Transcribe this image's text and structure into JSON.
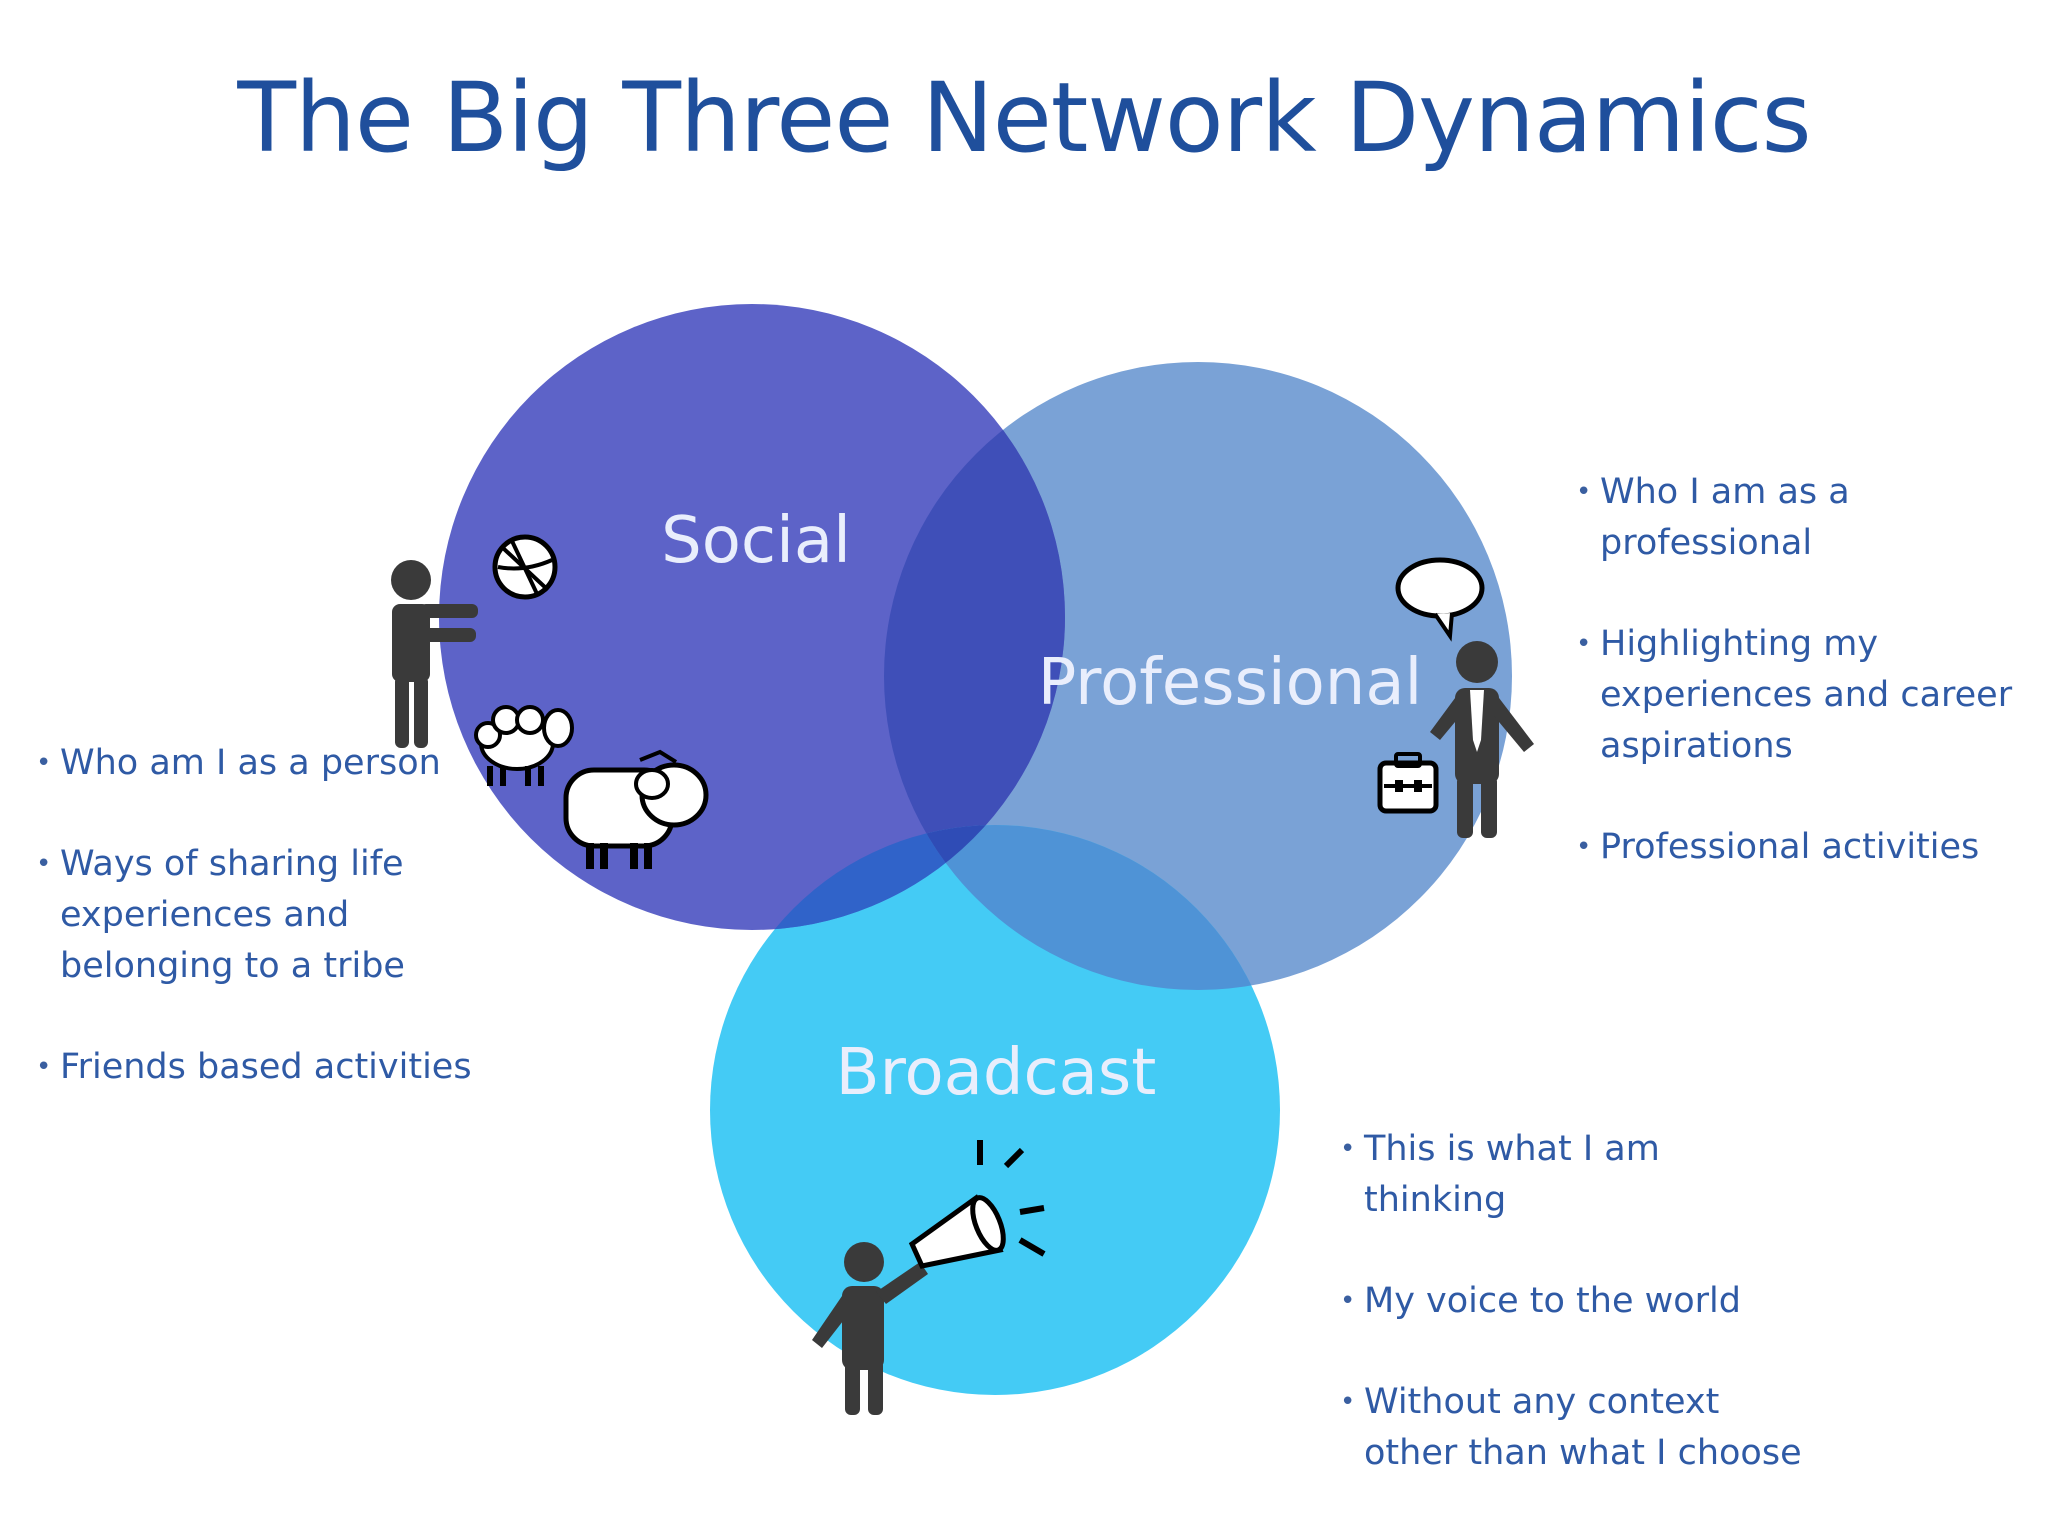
{
  "title": "The Big Three Network Dynamics",
  "circles": {
    "social": {
      "label": "Social",
      "color": "#5d63c8"
    },
    "professional": {
      "label": "Professional",
      "color": "#7aa2d6"
    },
    "broadcast": {
      "label": "Broadcast",
      "color": "#44cbf5"
    }
  },
  "bullets": {
    "social": [
      "Who am I as a person",
      "Ways of sharing life experiences and belonging to a tribe",
      "Friends based activities"
    ],
    "professional": [
      "Who I am as a professional",
      "Highlighting my experiences and career aspirations",
      "Professional activities"
    ],
    "broadcast": [
      "This is what I am thinking",
      "My voice to the world",
      "Without any context other than what I choose"
    ]
  },
  "icons": [
    "person-with-ball-icon",
    "sheep-icon",
    "person-with-tie-icon",
    "speech-bubble-icon",
    "briefcase-icon",
    "person-with-megaphone-icon"
  ]
}
